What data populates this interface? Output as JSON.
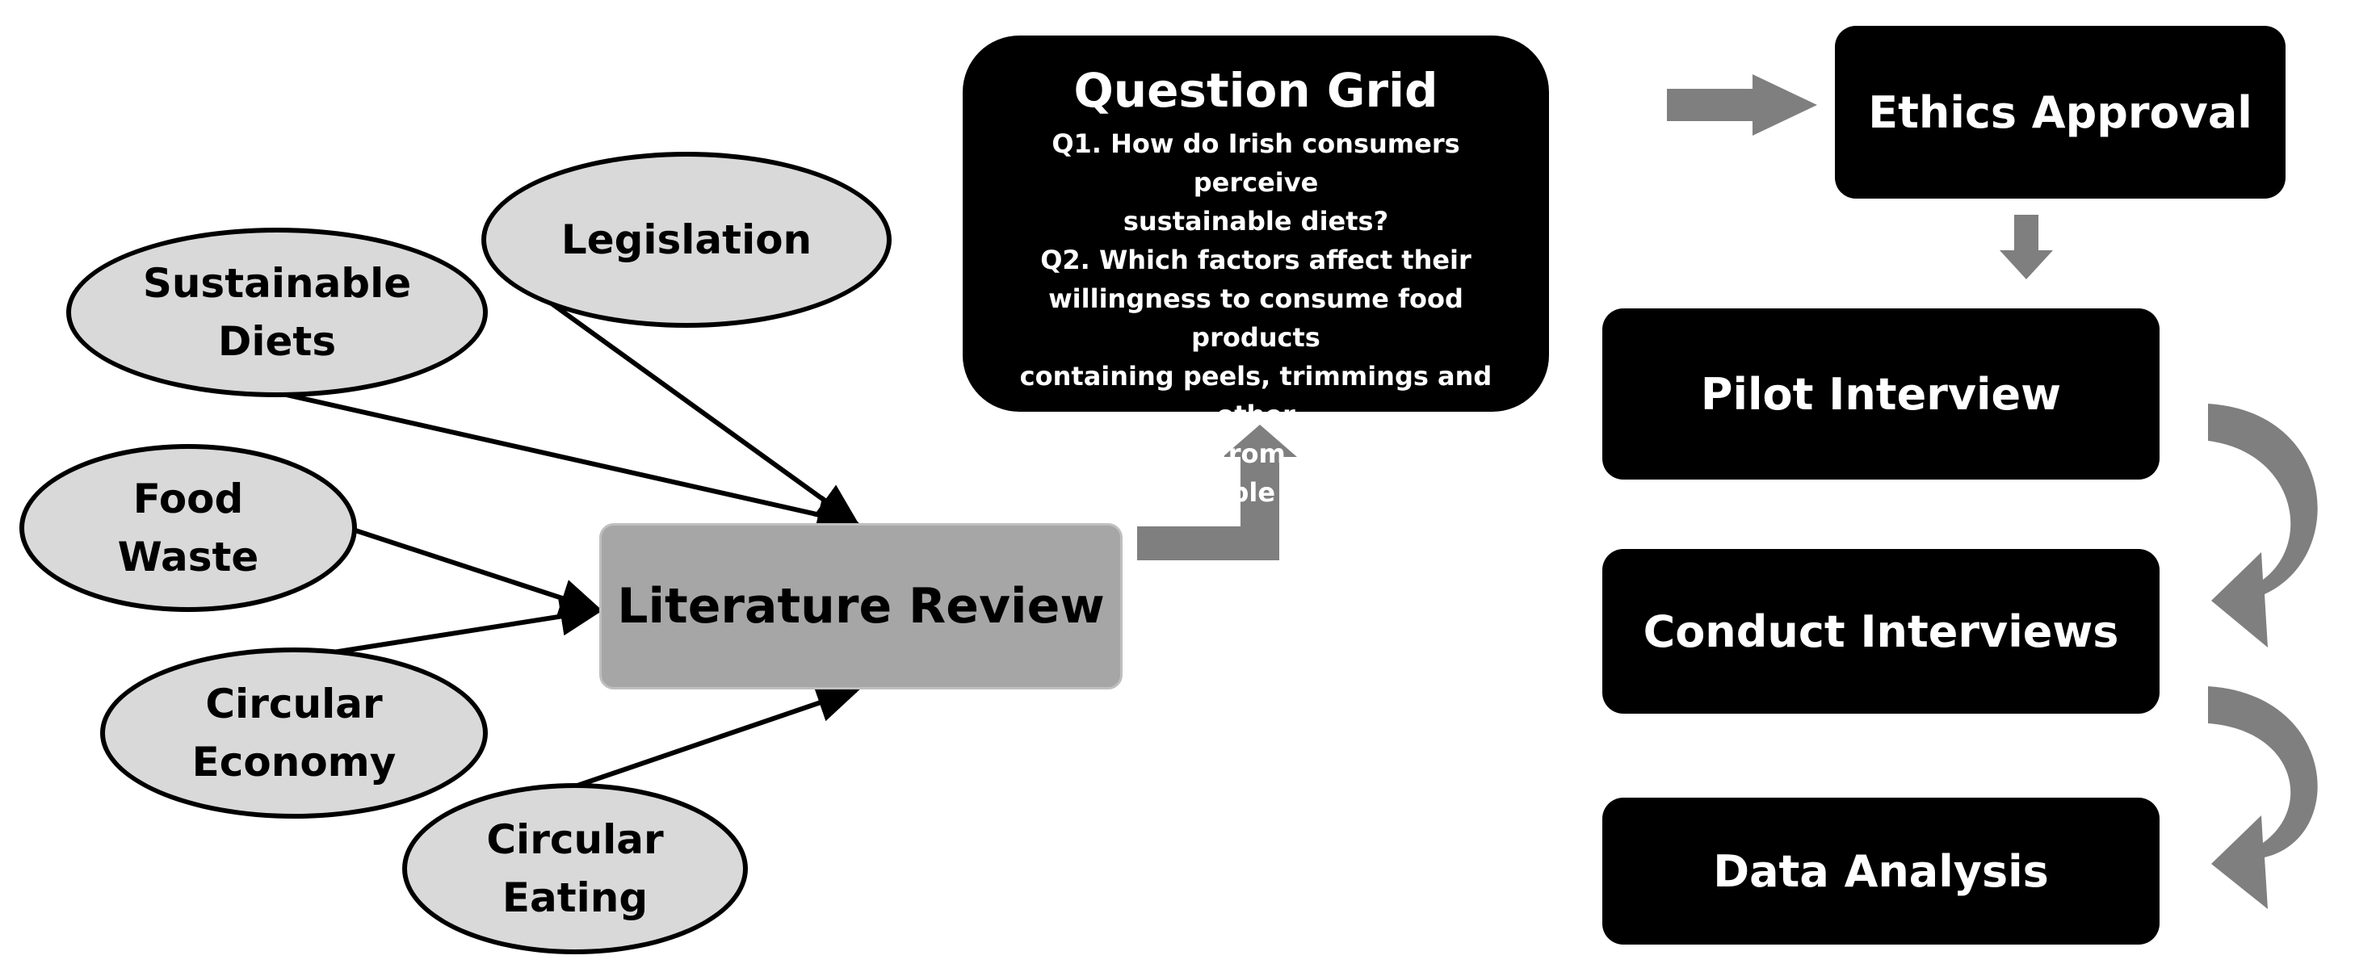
{
  "topics": [
    {
      "lines": [
        "Legislation"
      ]
    },
    {
      "lines": [
        "Sustainable",
        "Diets"
      ]
    },
    {
      "lines": [
        "Food",
        "Waste"
      ]
    },
    {
      "lines": [
        "Circular",
        "Economy"
      ]
    },
    {
      "lines": [
        "Circular",
        "Eating"
      ]
    }
  ],
  "literature_review": "Literature Review",
  "question_grid": {
    "title": "Question Grid",
    "lines": [
      "Q1. How do Irish consumers perceive",
      "sustainable diets?",
      "Q2. Which factors affect their",
      "willingness to consume food products",
      "containing peels, trimmings and other",
      "by-products from the fruit and",
      "vegetable sector."
    ]
  },
  "steps": {
    "ethics": "Ethics Approval",
    "pilot": "Pilot Interview",
    "conduct": "Conduct Interviews",
    "analysis": "Data Analysis"
  },
  "colors": {
    "ellipse_fill": "#d9d9d9",
    "review_fill": "#a6a6a6",
    "step_fill": "#000000",
    "arrow_gray": "#7f7f7f"
  }
}
